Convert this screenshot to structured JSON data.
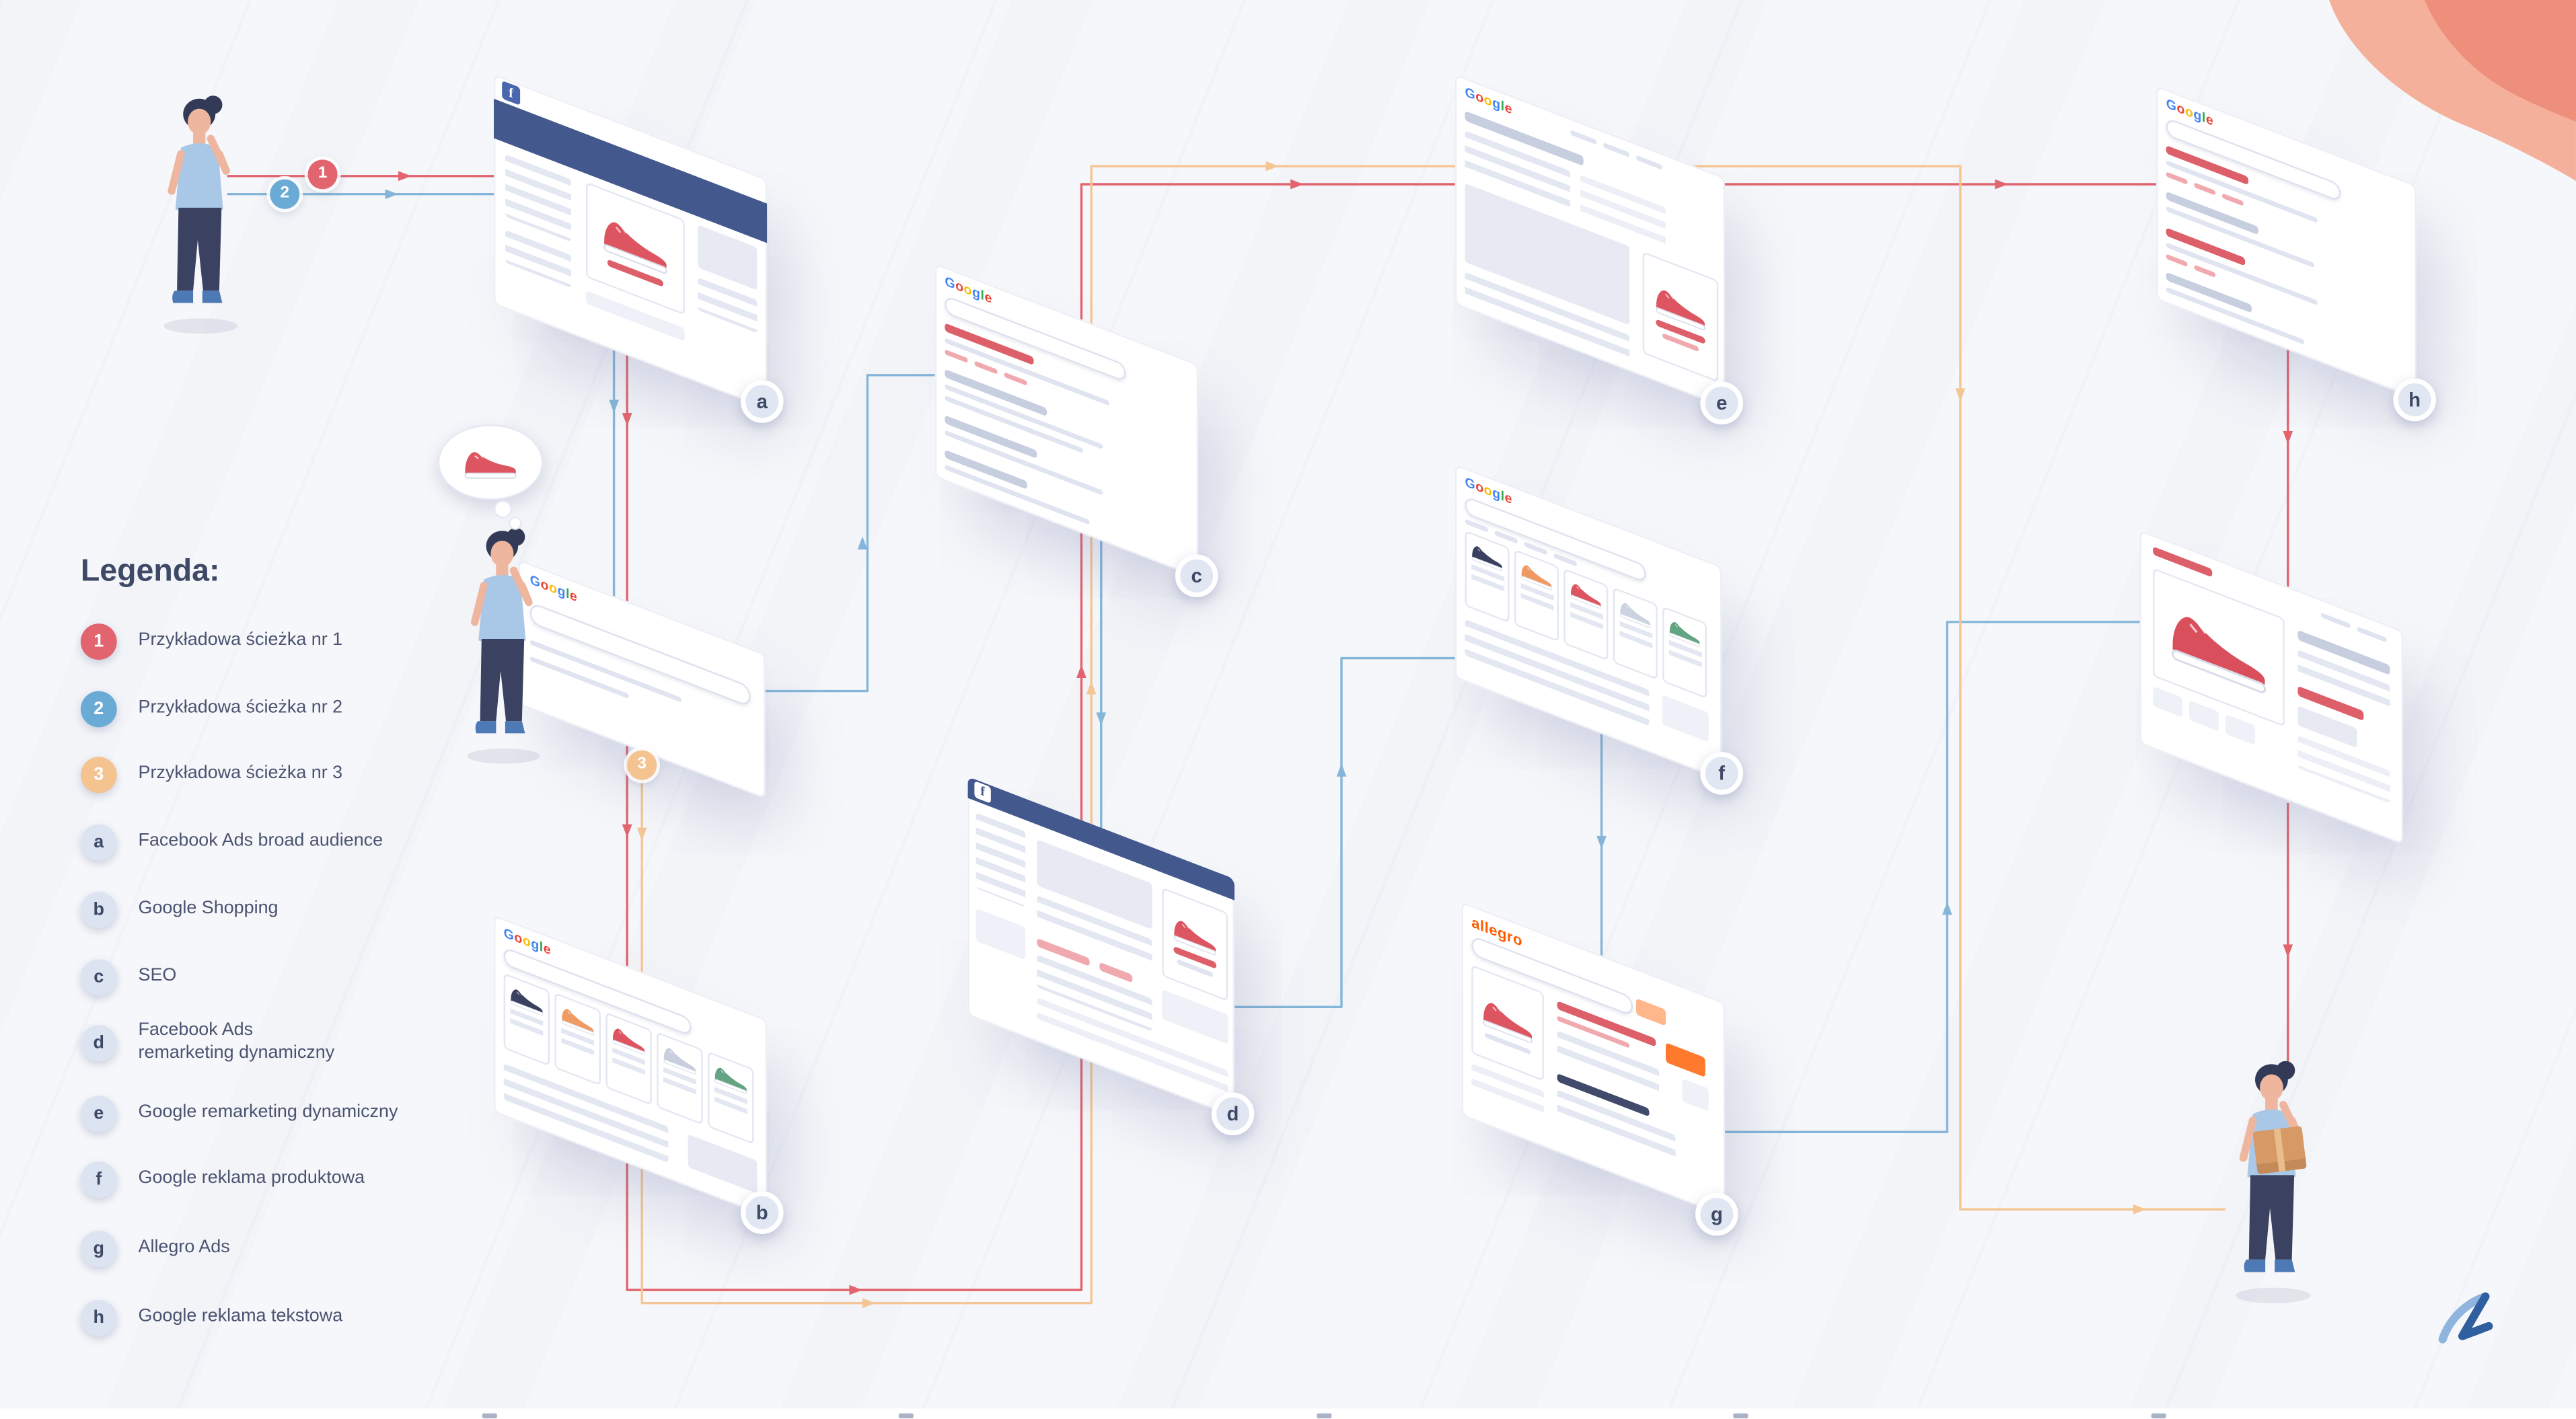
{
  "legend": {
    "title": "Legenda:",
    "paths": [
      {
        "badge": "1",
        "label": "Przykładowa ścieżka nr 1"
      },
      {
        "badge": "2",
        "label": "Przykładowa ścieżka nr 2"
      },
      {
        "badge": "3",
        "label": "Przykładowa ścieżka nr 3"
      }
    ],
    "channels": [
      {
        "badge": "a",
        "label": "Facebook Ads broad audience"
      },
      {
        "badge": "b",
        "label": "Google Shopping"
      },
      {
        "badge": "c",
        "label": "SEO"
      },
      {
        "badge": "d",
        "label": "Facebook Ads\nremarketing dynamiczny"
      },
      {
        "badge": "e",
        "label": "Google remarketing dynamiczny"
      },
      {
        "badge": "f",
        "label": "Google reklama produktowa"
      },
      {
        "badge": "g",
        "label": "Allegro Ads"
      },
      {
        "badge": "h",
        "label": "Google reklama tekstowa"
      }
    ]
  },
  "markers": {
    "path1": "1",
    "path2": "2",
    "path3": "3"
  },
  "nodes": [
    {
      "letter": "a"
    },
    {
      "letter": "b"
    },
    {
      "letter": "c"
    },
    {
      "letter": "d"
    },
    {
      "letter": "e"
    },
    {
      "letter": "f"
    },
    {
      "letter": "g"
    },
    {
      "letter": "h"
    }
  ],
  "brands": {
    "google": "Google",
    "allegro": "allegro",
    "facebook": "f"
  },
  "colors": {
    "path1": "#e2646e",
    "path2": "#85b6d9",
    "path3": "#f5c695",
    "accent_red": "#dd5f69",
    "facebook_blue": "#43598e",
    "allegro_orange": "#ff5a00"
  }
}
